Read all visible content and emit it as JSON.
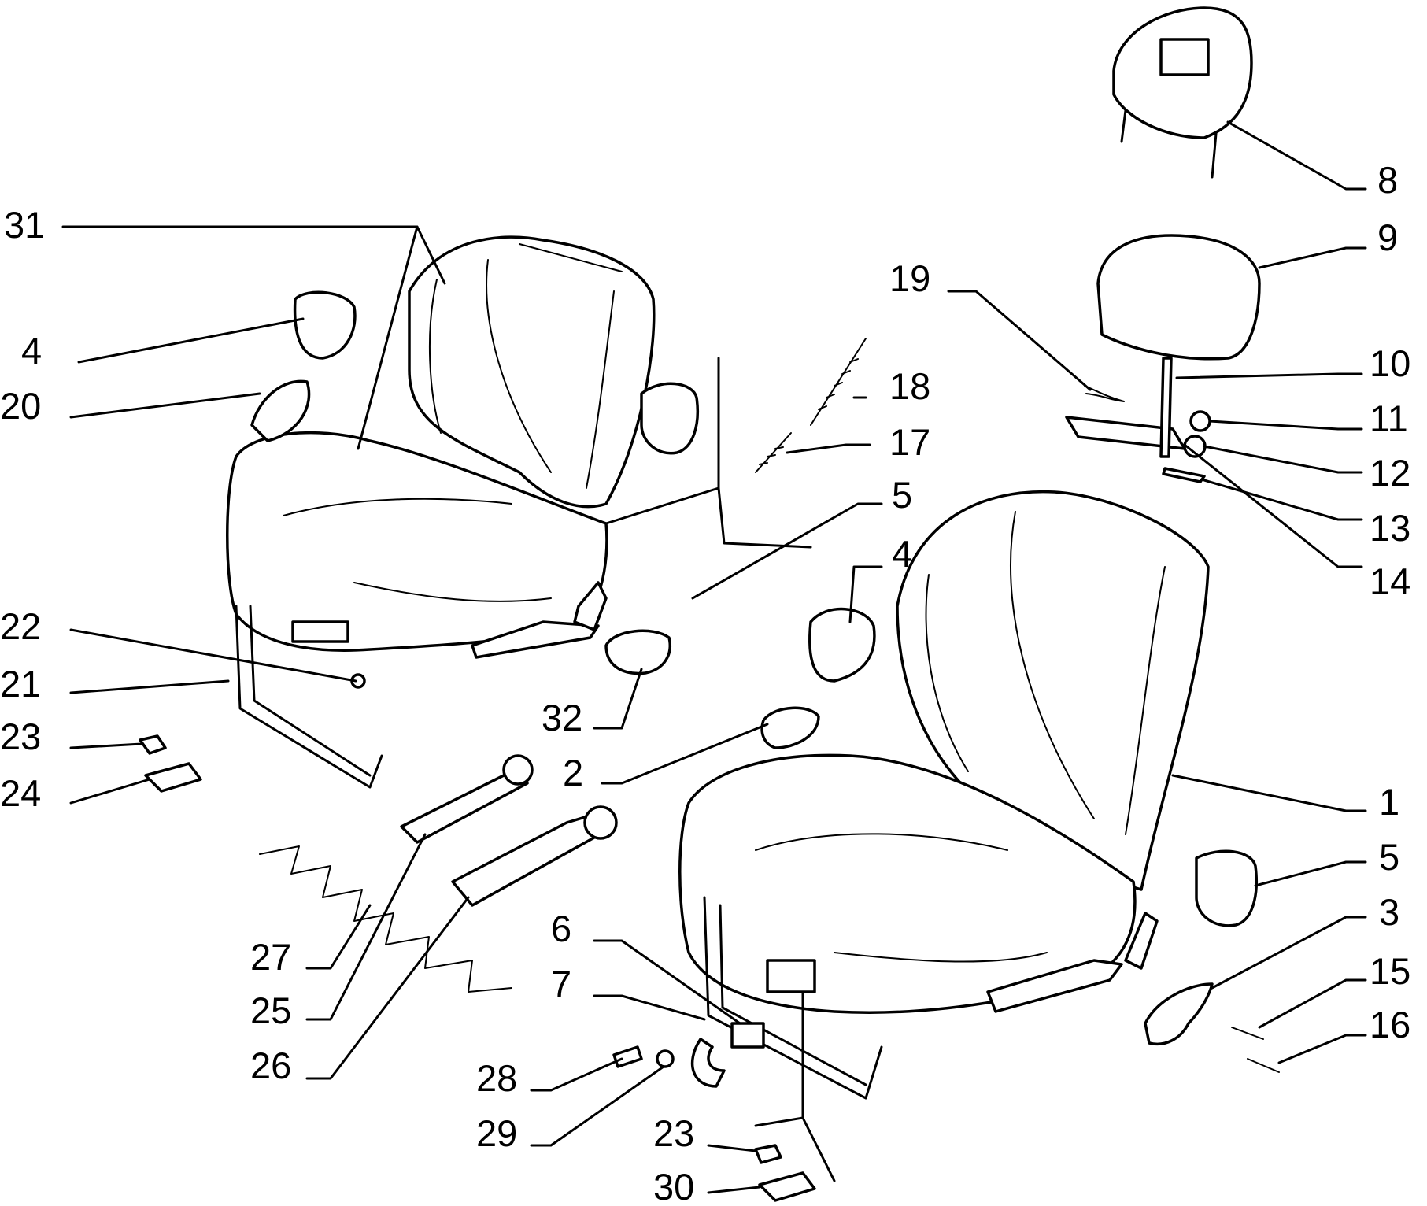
{
  "diagram": {
    "callouts": [
      {
        "id": "c31",
        "label": "31"
      },
      {
        "id": "c4a",
        "label": "4"
      },
      {
        "id": "c20",
        "label": "20"
      },
      {
        "id": "c22",
        "label": "22"
      },
      {
        "id": "c21",
        "label": "21"
      },
      {
        "id": "c23a",
        "label": "23"
      },
      {
        "id": "c24",
        "label": "24"
      },
      {
        "id": "c27",
        "label": "27"
      },
      {
        "id": "c25",
        "label": "25"
      },
      {
        "id": "c26",
        "label": "26"
      },
      {
        "id": "c28",
        "label": "28"
      },
      {
        "id": "c29",
        "label": "29"
      },
      {
        "id": "c23b",
        "label": "23"
      },
      {
        "id": "c30",
        "label": "30"
      },
      {
        "id": "c6",
        "label": "6"
      },
      {
        "id": "c7",
        "label": "7"
      },
      {
        "id": "c32",
        "label": "32"
      },
      {
        "id": "c2",
        "label": "2"
      },
      {
        "id": "c19",
        "label": "19"
      },
      {
        "id": "c18",
        "label": "18"
      },
      {
        "id": "c17",
        "label": "17"
      },
      {
        "id": "c5a",
        "label": "5"
      },
      {
        "id": "c4b",
        "label": "4"
      },
      {
        "id": "c8",
        "label": "8"
      },
      {
        "id": "c9",
        "label": "9"
      },
      {
        "id": "c10",
        "label": "10"
      },
      {
        "id": "c11",
        "label": "11"
      },
      {
        "id": "c12",
        "label": "12"
      },
      {
        "id": "c13",
        "label": "13"
      },
      {
        "id": "c14",
        "label": "14"
      },
      {
        "id": "c1",
        "label": "1"
      },
      {
        "id": "c5b",
        "label": "5"
      },
      {
        "id": "c3",
        "label": "3"
      },
      {
        "id": "c15",
        "label": "15"
      },
      {
        "id": "c16",
        "label": "16"
      }
    ]
  }
}
